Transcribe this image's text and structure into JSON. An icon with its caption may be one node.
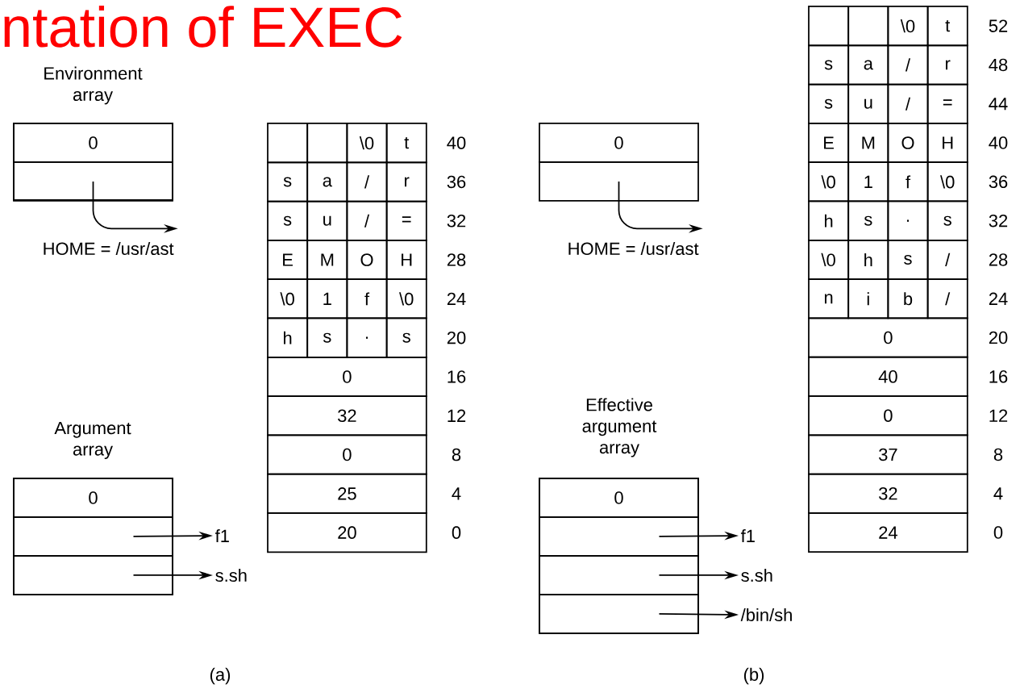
{
  "diagram": {
    "title": "ntation of EXEC",
    "nodes": [
      {
        "text": [
          "Environment array"
        ]
      },
      {
        "text": [
          "0"
        ],
        "in": 0
      },
      {
        "text": [],
        "shape": "box",
        "in": 0
      },
      {
        "text": [
          "HOME = /usr/ast"
        ]
      },
      {
        "text": [
          "Argument array"
        ]
      },
      {
        "text": [
          "0"
        ],
        "in": 4
      },
      {
        "text": [],
        "shape": "box",
        "in": 4
      },
      {
        "text": [],
        "shape": "box",
        "in": 4
      },
      {
        "text": [
          "f1"
        ]
      },
      {
        "text": [
          "s.sh"
        ]
      },
      {
        "text": [
          "0"
        ]
      },
      {
        "text": [],
        "shape": "box"
      },
      {
        "text": [
          "HOME = /usr/ast"
        ]
      },
      {
        "text": [
          "Effective argument array"
        ]
      },
      {
        "text": [
          "0"
        ],
        "in": 13
      },
      {
        "text": [],
        "shape": "box",
        "in": 13
      },
      {
        "text": [],
        "shape": "box",
        "in": 13
      },
      {
        "text": [],
        "shape": "box",
        "in": 13
      },
      {
        "text": [
          "f1"
        ]
      },
      {
        "text": [
          "s.sh"
        ]
      },
      {
        "text": [
          "/bin/sh"
        ]
      }
    ],
    "edges": [
      {
        "from": 2,
        "to": 3,
        "arrow": "to"
      },
      {
        "from": 6,
        "to": 8,
        "arrow": "to"
      },
      {
        "from": 7,
        "to": 9,
        "arrow": "to"
      },
      {
        "from": 11,
        "to": 12,
        "arrow": "to"
      },
      {
        "from": 15,
        "to": 18,
        "arrow": "to"
      },
      {
        "from": 16,
        "to": 19,
        "arrow": "to"
      },
      {
        "from": 17,
        "to": 20,
        "arrow": "to"
      }
    ],
    "labels": [
      "\\0",
      "t",
      "40",
      "s",
      "a",
      "/",
      "r",
      "36",
      "s",
      "u",
      "/",
      "=",
      "32",
      "E",
      "M",
      "O",
      "H",
      "28",
      "\\0",
      "1",
      "f",
      "\\0",
      "24",
      "h",
      "s",
      ".",
      "s",
      "20",
      "0",
      "16",
      "32",
      "12",
      "0",
      "8",
      "25",
      "4",
      "20",
      "0",
      "\\0",
      "t",
      "52",
      "s",
      "a",
      "/",
      "r",
      "48",
      "s",
      "u",
      "/",
      "=",
      "44",
      "E",
      "M",
      "O",
      "H",
      "40",
      "\\0",
      "1",
      "f",
      "\\0",
      "36",
      "h",
      "s",
      ".",
      "s",
      "32",
      "\\0",
      "h",
      "s",
      "/",
      "28",
      "n",
      "i",
      "b",
      "/",
      "24",
      "0",
      "20",
      "40",
      "16",
      "0",
      "12",
      "37",
      "8",
      "32",
      "4",
      "24",
      "0",
      "(a)",
      "(b)"
    ]
  }
}
